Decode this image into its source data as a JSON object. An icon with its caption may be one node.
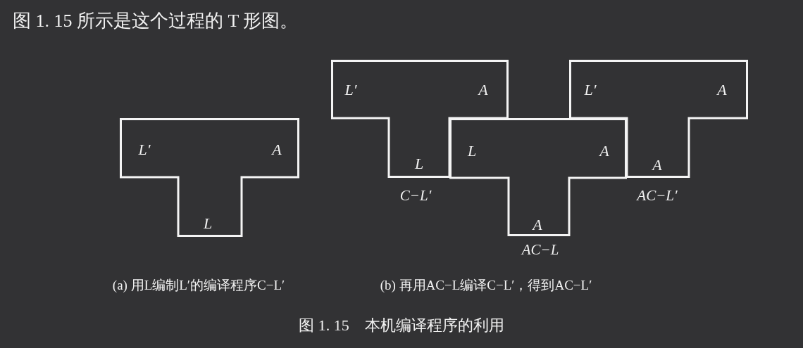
{
  "diagram": {
    "caption": "图 1. 15　本机编译程序的利用",
    "nodes": [
      {
        "text": [
          "L′",
          "A",
          "L"
        ]
      },
      {
        "text": [
          "L′",
          "A",
          "L"
        ],
        "beside": [
          "C−L′"
        ]
      },
      {
        "text": [
          "L",
          "A",
          "A"
        ],
        "beside": [
          "AC−L"
        ]
      },
      {
        "text": [
          "L′",
          "A",
          "A"
        ],
        "beside": [
          "AC−L′"
        ]
      }
    ],
    "labels": [
      "图 1. 15 所示是这个过程的 T 形图。",
      "(a) 用L编制L′的编译程序C−L′",
      "(b) 再用AC−L编译C−L′，得到AC−L′"
    ]
  }
}
